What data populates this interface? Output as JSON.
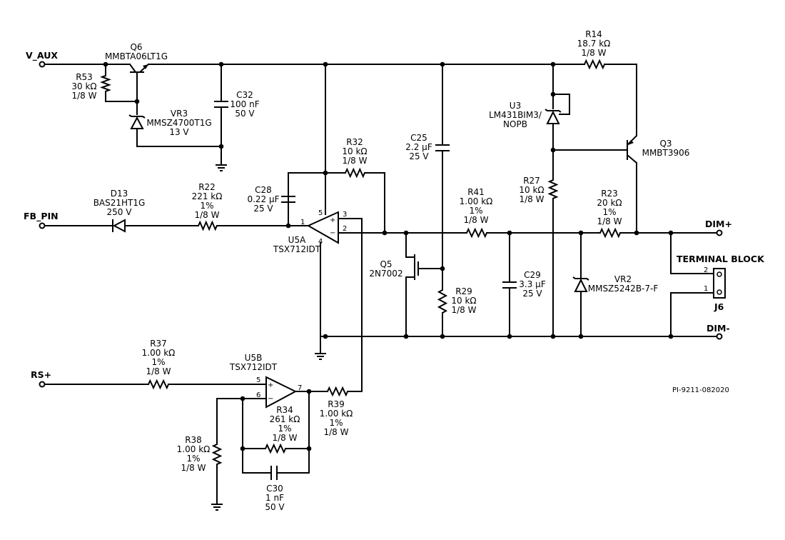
{
  "nets": {
    "v_aux": "V_AUX",
    "fb_pin": "FB_PIN",
    "rs_plus": "RS+",
    "dim_plus": "DIM+",
    "dim_minus": "DIM-"
  },
  "components": {
    "Q6": [
      "Q6",
      "MMBTA06LT1G"
    ],
    "R53": [
      "R53",
      "30 kΩ",
      "1/8 W"
    ],
    "VR3": [
      "VR3",
      "MMSZ4700T1G",
      "13 V"
    ],
    "C32": [
      "C32",
      "100 nF",
      "50 V"
    ],
    "R14": [
      "R14",
      "18.7 kΩ",
      "1/8 W"
    ],
    "U3": [
      "U3",
      "LM431BIM3/",
      "NOPB"
    ],
    "Q3": [
      "Q3",
      "MMBT3906"
    ],
    "C25": [
      "C25",
      "2.2 µF",
      "25 V"
    ],
    "R32": [
      "R32",
      "10 kΩ",
      "1/8 W"
    ],
    "C28": [
      "C28",
      "0.22 µF",
      "25 V"
    ],
    "D13": [
      "D13",
      "BAS21HT1G",
      "250 V"
    ],
    "R22": [
      "R22",
      "221 kΩ",
      "1%",
      "1/8 W"
    ],
    "U5A": [
      "U5A",
      "TSX712IDT"
    ],
    "R41": [
      "R41",
      "1.00 kΩ",
      "1%",
      "1/8 W"
    ],
    "R27": [
      "R27",
      "10 kΩ",
      "1/8 W"
    ],
    "R23": [
      "R23",
      "20 kΩ",
      "1%",
      "1/8 W"
    ],
    "Q5": [
      "Q5",
      "2N7002"
    ],
    "C29": [
      "C29",
      "3.3 µF",
      "25 V"
    ],
    "R29": [
      "R29",
      "10 kΩ",
      "1/8 W"
    ],
    "VR2": [
      "VR2",
      "MMSZ5242B-7-F"
    ],
    "R37": [
      "R37",
      "1.00 kΩ",
      "1%",
      "1/8 W"
    ],
    "U5B": [
      "U5B",
      "TSX712IDT"
    ],
    "R39": [
      "R39",
      "1.00 kΩ",
      "1%",
      "1/8 W"
    ],
    "R34": [
      "R34",
      "261 kΩ",
      "1%",
      "1/8 W"
    ],
    "R38": [
      "R38",
      "1.00 kΩ",
      "1%",
      "1/8 W"
    ],
    "C30": [
      "C30",
      "1 nF",
      "50 V"
    ]
  },
  "pins": {
    "u5a": [
      "1",
      "5",
      "3",
      "2",
      "4",
      "+",
      "−"
    ],
    "u5b": [
      "5",
      "6",
      "7",
      "+",
      "−"
    ],
    "j6": [
      "2",
      "1"
    ]
  },
  "terminal_block": {
    "title": "TERMINAL BLOCK",
    "ref": "J6"
  },
  "drawing_number": "PI-9211-082020"
}
